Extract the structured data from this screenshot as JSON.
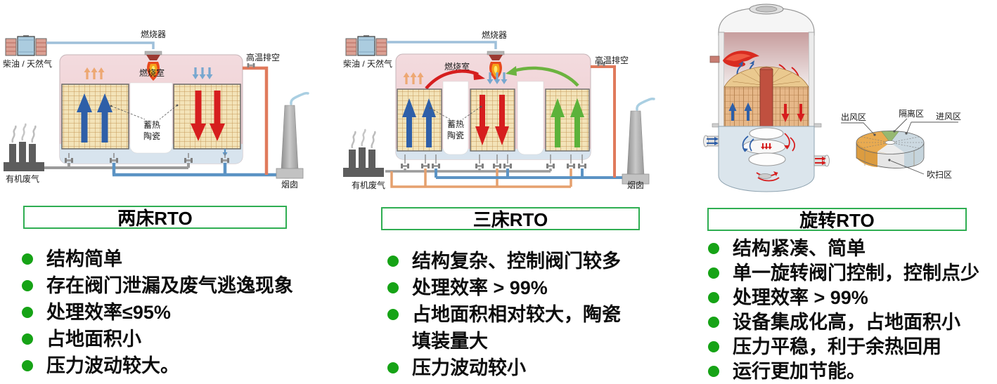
{
  "columns": [
    {
      "title": "两床RTO",
      "bullets": [
        "结构简单",
        "存在阀门泄漏及废气逃逸现象",
        "处理效率≤95%",
        "占地面积小",
        "压力波动较大。"
      ],
      "diagram": {
        "labels": {
          "fuel": "柴油 / 天然气",
          "burner": "燃烧器",
          "chamber": "燃烧室",
          "ceramic1": "蓄热",
          "ceramic2": "陶瓷",
          "vent": "高温排空",
          "waste": "有机废气",
          "stack": "烟囱"
        }
      }
    },
    {
      "title": "三床RTO",
      "bullets": [
        "结构复杂、控制阀门较多",
        "处理效率 > 99%",
        "占地面积相对较大，陶瓷填装量大",
        "压力波动较小"
      ],
      "diagram": {
        "labels": {
          "fuel": "柴油 / 天然气",
          "burner": "燃烧器",
          "chamber": "燃烧室",
          "ceramic1": "蓄热",
          "ceramic2": "陶瓷",
          "vent": "高温排空",
          "waste": "有机废气",
          "stack": "烟囱"
        }
      }
    },
    {
      "title": "旋转RTO",
      "bullets": [
        "结构紧凑、简单",
        "单一旋转阀门控制，控制点少",
        "处理效率 > 99%",
        "设备集成化高，占地面积小",
        "压力平稳，利于余热回用",
        "运行更加节能。"
      ],
      "diagram": {
        "labels": {
          "outlet_zone": "出风区",
          "isolation_zone": "隔离区",
          "inlet_zone": "进风区",
          "purge_zone": "吹扫区"
        }
      }
    }
  ],
  "colors": {
    "bullet_green": "#16a316",
    "title_border": "#2fae52",
    "arrow_blue": "#2e5fa8",
    "arrow_red": "#d61e1e",
    "arrow_green": "#6cb33f",
    "pipe_blue": "#5b93c4",
    "pipe_orange_vent": "#e07a5c",
    "pipe_orange_purge": "#e5a06e",
    "pipe_gray": "#9b9b9b",
    "chamber_pink": "#f0d4d8",
    "ceramic_tan": "#f3e3b8"
  }
}
